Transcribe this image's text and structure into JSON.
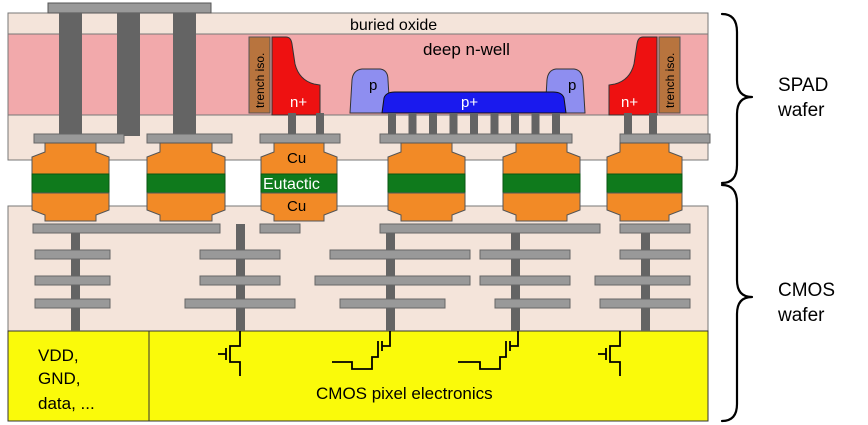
{
  "labels": {
    "buried_oxide": "buried oxide",
    "deep_nwell": "deep n-well",
    "trench_iso": "trench iso.",
    "n_plus": "n+",
    "p": "p",
    "p_plus": "p+",
    "cu": "Cu",
    "eutactic": "Eutactic",
    "supply": [
      "VDD,",
      "GND,",
      "data, ..."
    ],
    "cmos_pixel": "CMOS pixel electronics",
    "spad_wafer": [
      "SPAD",
      "wafer"
    ],
    "cmos_wafer": [
      "CMOS",
      "wafer"
    ]
  },
  "colors": {
    "oxide": "#f4e4da",
    "nwell": "#f2a9ab",
    "trench": "#b8743e",
    "nplus": "#ee1111",
    "p": "#8e8ef0",
    "pplus": "#1a1aee",
    "metal": "#999999",
    "cu": "#f28a26",
    "eutactic": "#0f7a1c",
    "electronics": "#fafa0a"
  }
}
